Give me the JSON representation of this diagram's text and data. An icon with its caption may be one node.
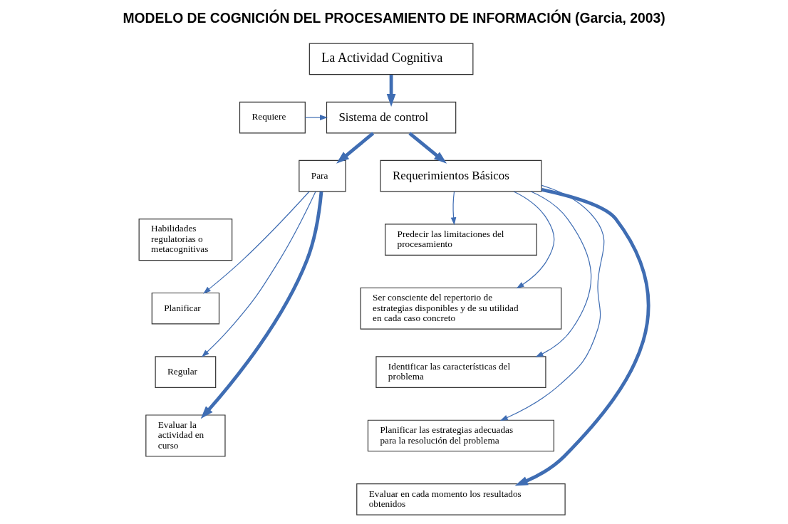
{
  "diagram": {
    "title": "MODELO DE COGNICIÓN DEL PROCESAMIENTO DE INFORMACIÓN (Garcia, 2003)",
    "nodes": [
      {
        "text": [
          "La Actividad Cognitiva"
        ]
      },
      {
        "text": [
          "Requiere"
        ]
      },
      {
        "text": [
          "Sistema de control"
        ]
      },
      {
        "text": [
          "Para"
        ]
      },
      {
        "text": [
          "Requerimientos Básicos"
        ]
      },
      {
        "text": [
          "Habilidades regulatorias o metacognitivas"
        ]
      },
      {
        "text": [
          "Planificar"
        ]
      },
      {
        "text": [
          "Regular"
        ]
      },
      {
        "text": [
          "Evaluar la actividad en curso"
        ]
      },
      {
        "text": [
          "Predecir las limitaciones del procesamiento"
        ]
      },
      {
        "text": [
          "Ser consciente del repertorio de estrategias disponibles y de su utilidad en cada caso concreto"
        ]
      },
      {
        "text": [
          "Identificar las características del problema"
        ]
      },
      {
        "text": [
          "Planificar las estrategias adecuadas para la resolución del problema"
        ]
      },
      {
        "text": [
          "Evaluar en cada momento los resultados obtenidos"
        ]
      }
    ],
    "edges": [
      {
        "from": 0,
        "to": 2,
        "arrow": "to",
        "style": "thick"
      },
      {
        "from": 1,
        "to": 2,
        "arrow": "to"
      },
      {
        "from": 2,
        "to": 3,
        "arrow": "to",
        "style": "thick"
      },
      {
        "from": 2,
        "to": 4,
        "arrow": "to",
        "style": "thick"
      },
      {
        "from": 3,
        "to": 6,
        "arrow": "to"
      },
      {
        "from": 3,
        "to": 7,
        "arrow": "to"
      },
      {
        "from": 3,
        "to": 8,
        "arrow": "to",
        "style": "thick"
      },
      {
        "from": 4,
        "to": 9,
        "arrow": "to"
      },
      {
        "from": 4,
        "to": 10,
        "arrow": "to"
      },
      {
        "from": 4,
        "to": 11,
        "arrow": "to"
      },
      {
        "from": 4,
        "to": 12,
        "arrow": "to"
      },
      {
        "from": 4,
        "to": 13,
        "arrow": "to",
        "style": "thick"
      }
    ]
  }
}
